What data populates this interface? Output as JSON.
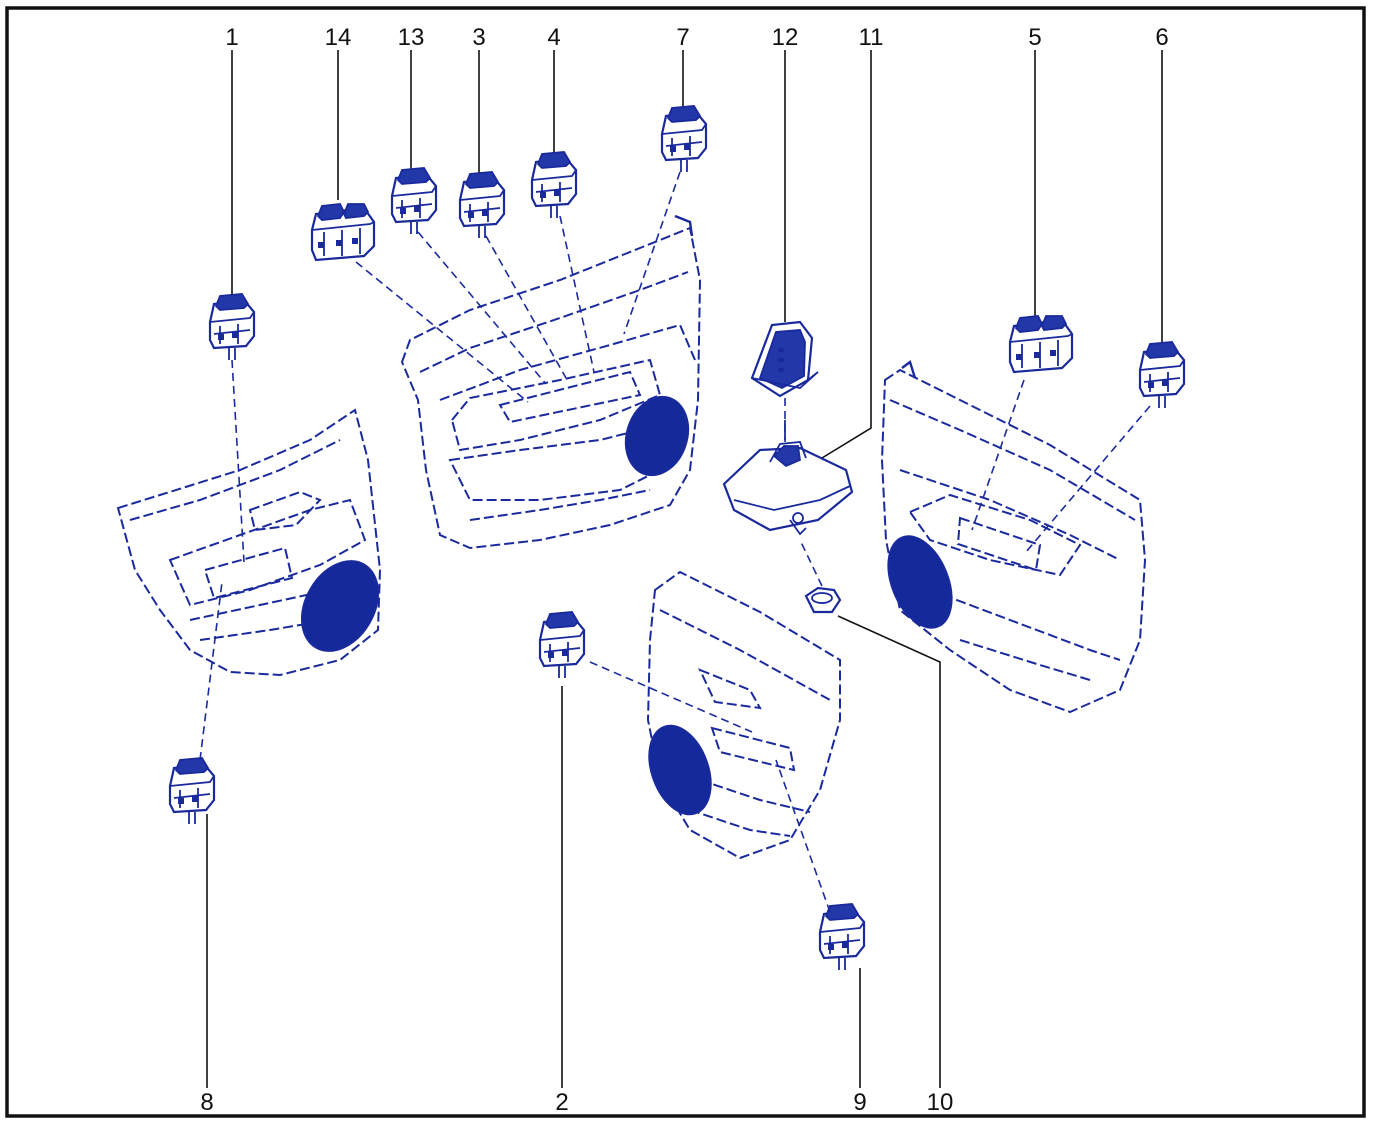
{
  "figure": {
    "callouts": [
      {
        "label": "1"
      },
      {
        "label": "14"
      },
      {
        "label": "13"
      },
      {
        "label": "3"
      },
      {
        "label": "4"
      },
      {
        "label": "7"
      },
      {
        "label": "12"
      },
      {
        "label": "11"
      },
      {
        "label": "5"
      },
      {
        "label": "6"
      },
      {
        "label": "8"
      },
      {
        "label": "2"
      },
      {
        "label": "9"
      },
      {
        "label": "10"
      }
    ],
    "colors": {
      "line_art": "#1a2a9c",
      "fill_dark": "#142a9a",
      "callout": "#111111",
      "background": "#ffffff"
    }
  }
}
